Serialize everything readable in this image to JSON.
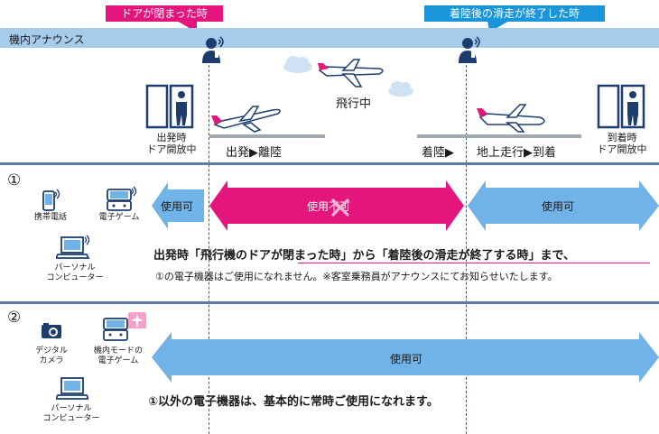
{
  "callouts": {
    "door_closed": "ドアが閉まった時",
    "taxi_end": "着陸後の滑走が終了した時"
  },
  "announce_bar": "機内アナウンス",
  "timeline": {
    "departure_door": "出発時\nドア開放中",
    "departure_door_l1": "出発時",
    "departure_door_l2": "ドア開放中",
    "takeoff": "出発▶離陸",
    "in_flight": "飛行中",
    "landing": "着陸▶",
    "taxi_arrival": "地上走行▶到着",
    "arrival_door_l1": "到着時",
    "arrival_door_l2": "ドア開放中"
  },
  "section1": {
    "number": "①",
    "devices": [
      "携帯電話",
      "電子ゲーム"
    ],
    "pc_l1": "パーソナル",
    "pc_l2": "コンピューター",
    "arrow_left": "使用可",
    "arrow_mid": "使用不可",
    "arrow_right": "使用可",
    "bold_msg_a": "出発時「飛行機のドアが閉まった時」から「着陸後の滑走が終了する時」まで、",
    "msg": "①の電子機器はご使用になれません。※客室乗務員がアナウンスにてお知らせいたします。"
  },
  "section2": {
    "number": "②",
    "camera_l1": "デジタル",
    "camera_l2": "カメラ",
    "game_l1": "機内モードの",
    "game_l2": "電子ゲーム",
    "pc_l1": "パーソナル",
    "pc_l2": "コンピューター",
    "arrow": "使用可",
    "bold_msg": "①以外の電子機器は、基本的に常時ご使用になれます。"
  },
  "colors": {
    "pink": "#e4157c",
    "blue": "#1b95d9",
    "light_blue_arrow": "#6fb3e8",
    "announce_bar": "#a7cbea",
    "navy": "#1d3d6e"
  },
  "icons": [
    "speaker-person-icon",
    "airplane-icon",
    "cloud-icon",
    "door-icon",
    "mobile-phone-icon",
    "game-device-icon",
    "laptop-icon",
    "camera-icon",
    "airplane-mode-icon",
    "x-mark-icon"
  ]
}
